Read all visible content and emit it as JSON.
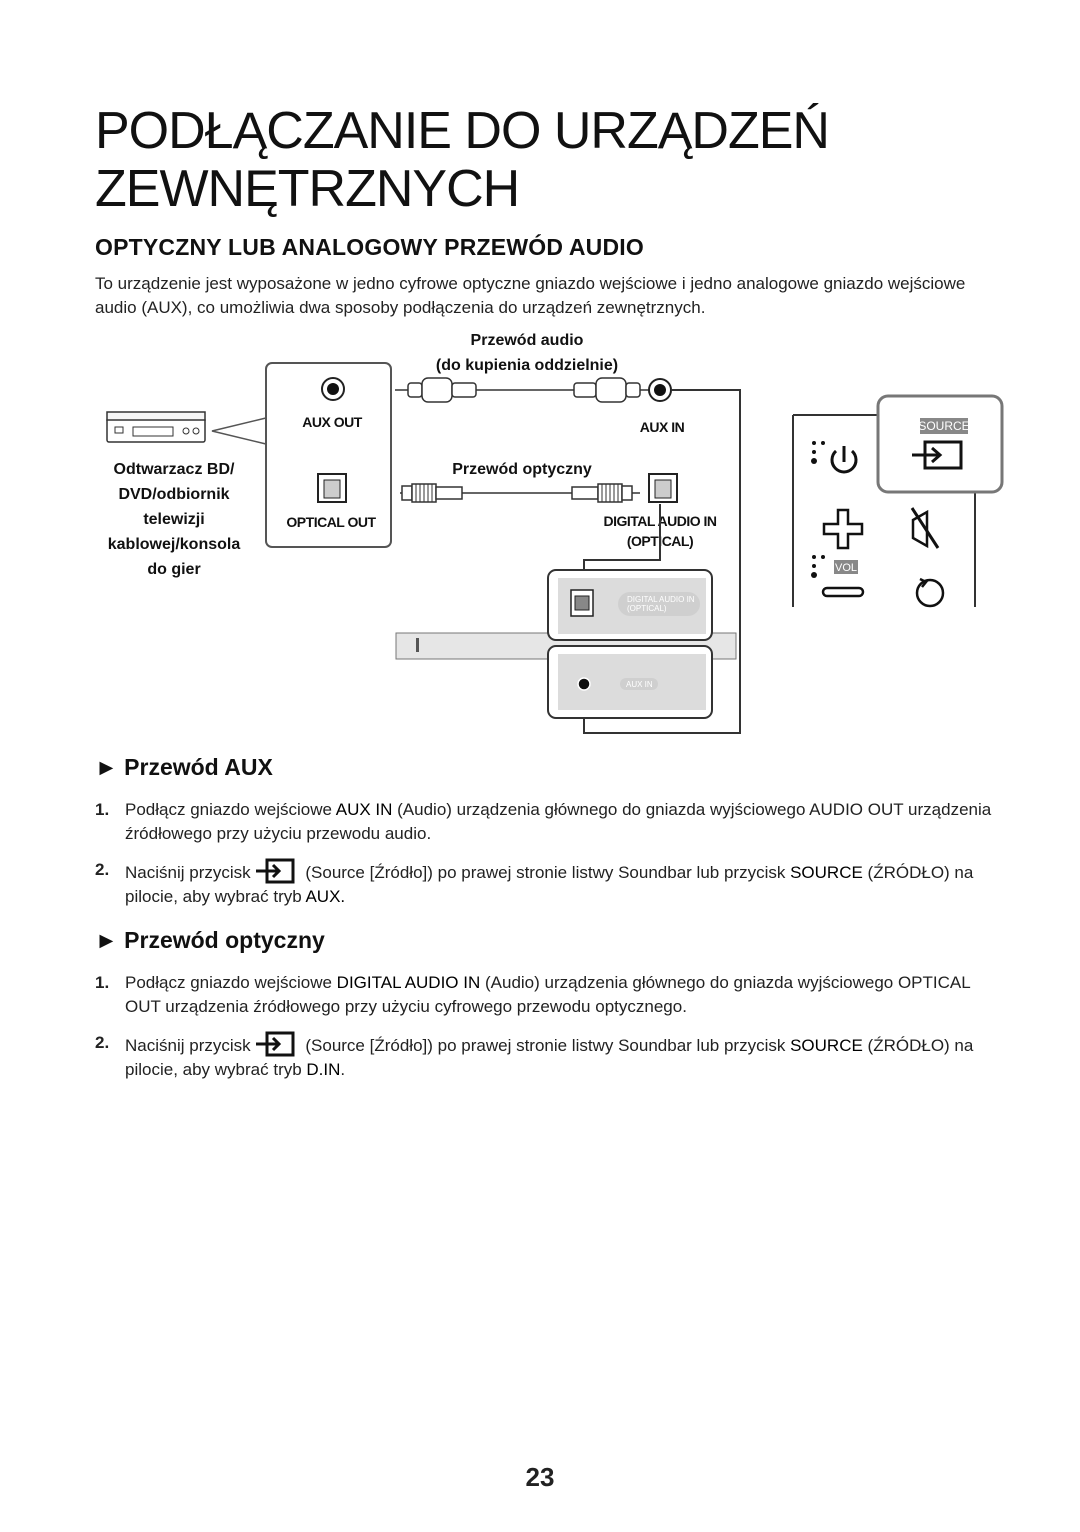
{
  "page": {
    "title_line1": "PODŁĄCZANIE DO URZĄDZEŃ",
    "title_line2": "ZEWNĘTRZNYCH",
    "subtitle": "OPTYCZNY LUB ANALOGOWY PRZEWÓD AUDIO",
    "intro": "To urządzenie jest wyposażone w jedno cyfrowe optyczne gniazdo wejściowe i jedno analogowe gniazdo wejściowe audio (AUX), co umożliwia dwa sposoby podłączenia do urządzeń zewnętrznych.",
    "page_number": "23"
  },
  "diagram": {
    "audio_cable_label_1": "Przewód audio",
    "audio_cable_label_2": "(do kupienia oddzielnie)",
    "aux_out": "AUX OUT",
    "aux_in": "AUX IN",
    "optical_cable_label": "Przewód optyczny",
    "optical_out": "OPTICAL OUT",
    "digital_audio_in_1": "DIGITAL AUDIO IN",
    "digital_audio_in_2": "(OPTICAL)",
    "device_label_1": "Odtwarzacz BD/",
    "device_label_2": "DVD/odbiornik",
    "device_label_3": "telewizji",
    "device_label_4": "kablowej/konsola",
    "device_label_5": "do gier",
    "panel_digital_1": "DIGITAL AUDIO IN",
    "panel_digital_2": "(OPTICAL)",
    "panel_aux": "AUX IN",
    "source_badge": "SOURCE",
    "vol_badge": "VOL"
  },
  "aux_section": {
    "heading": "► Przewód AUX",
    "step1_num": "1.",
    "step1_a": "Podłącz gniazdo wejściowe ",
    "step1_kw": "AUX IN",
    "step1_b": " (Audio) urządzenia głównego do gniazda wyjściowego AUDIO OUT urządzenia źródłowego przy użyciu przewodu audio.",
    "step2_num": "2.",
    "step2_a": "Naciśnij przycisk",
    "step2_b": " (Source [Źródło]) po prawej stronie listwy Soundbar lub przycisk ",
    "step2_kw1": "SOURCE",
    "step2_c": " (ŹRÓDŁO) na pilocie, aby wybrać tryb ",
    "step2_kw2": "AUX."
  },
  "optical_section": {
    "heading": "► Przewód optyczny",
    "step1_num": "1.",
    "step1_a": "Podłącz gniazdo wejściowe ",
    "step1_kw": "DIGITAL AUDIO IN",
    "step1_b": " (Audio) urządzenia głównego do gniazda wyjściowego OPTICAL OUT urządzenia źródłowego przy użyciu cyfrowego przewodu optycznego.",
    "step2_num": "2.",
    "step2_a": "Naciśnij przycisk",
    "step2_b": " (Source [Źródło]) po prawej stronie listwy Soundbar lub przycisk ",
    "step2_kw1": "SOURCE",
    "step2_c": " (ŹRÓDŁO) na pilocie, aby wybrać tryb ",
    "step2_kw2": "D.IN",
    "step2_d": "."
  }
}
